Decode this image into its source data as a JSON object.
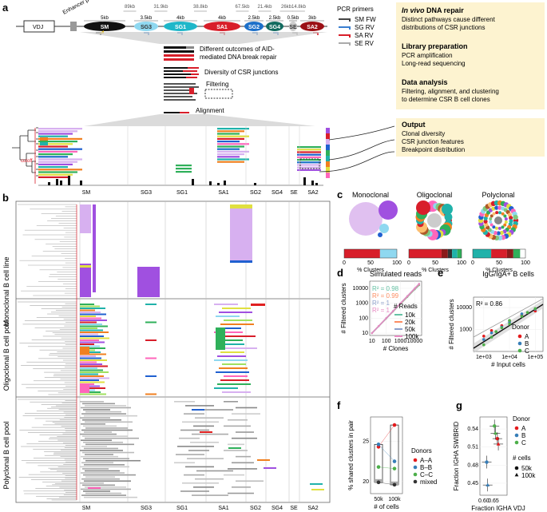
{
  "panel_labels": {
    "a": "a",
    "b": "b",
    "c": "c",
    "d": "d",
    "e": "e",
    "f": "f",
    "g": "g"
  },
  "colors": {
    "SM": "#111111",
    "SG3": "#8fd8f0",
    "SG1": "#1fb7c9",
    "SA1": "#d81e2a",
    "SG2": "#1d70c9",
    "SG4": "#136b5f",
    "SA2": "#9b1016",
    "teal": "#20b2aa",
    "purple": "#a050e0",
    "lavender": "#d7b0f0",
    "orange": "#f08020",
    "green": "#2fb05a",
    "yellow": "#e0e040",
    "red": "#e02020",
    "blue": "#2060d0",
    "pink": "#ff66bb",
    "gray": "#aaaaaa",
    "boxbg": "#fdf3d0",
    "donorA": "#e41a1c",
    "donorB": "#377eb8",
    "donorC": "#4daf4a",
    "mixed": "#333333",
    "reads10k": "#66c2a5",
    "reads20k": "#fc8d62",
    "reads50k": "#8da0cb",
    "reads100k": "#e78ac3"
  },
  "panel_a": {
    "vdj": "VDJ",
    "enhancer": "Enhancer μ",
    "segments": [
      {
        "id": "SM",
        "label": "SM"
      },
      {
        "id": "SG3",
        "label": "SG3"
      },
      {
        "id": "SG1",
        "label": "SG1"
      },
      {
        "id": "SA1",
        "label": "SA1"
      },
      {
        "id": "SG2",
        "label": "SG2"
      },
      {
        "id": "SG4",
        "label": "SG4"
      },
      {
        "id": "SE",
        "label": "SE"
      },
      {
        "id": "SA2",
        "label": "SA2"
      }
    ],
    "segment_lengths": [
      "5kb",
      "3.5kb",
      "4kb",
      "4kb",
      "2.5kb",
      "2.5kb",
      "0.5kb",
      "3kb"
    ],
    "distances": [
      "89kb",
      "31.9kb",
      "38.8kb",
      "67.5kb",
      "21.4kb",
      "26kb",
      "14.8kb"
    ],
    "primer_title": "PCR primers",
    "primers": [
      "SM FW",
      "SG RV",
      "SA RV",
      "SE RV"
    ],
    "primer_colors": [
      "#444444",
      "#3a7fd0",
      "#d81e2a",
      "#aaaaaa"
    ],
    "outcomes": "Different outcomes of AID-mediated DNA break repair",
    "diversity": "Diversity of CSR junctions",
    "filtering": "Filtering",
    "alignment": "Alignment",
    "cutoff": "cutoff",
    "axis_labels": [
      "SM",
      "SG3",
      "SG1",
      "SA1",
      "SG2",
      "SG4",
      "SE",
      "SA2"
    ],
    "info_boxes": [
      {
        "title": "In vivo DNA repair",
        "title_italic": "In vivo",
        "title_rest": " DNA repair",
        "lines": [
          "Distinct pathways cause different",
          "distributions of CSR junctions"
        ]
      },
      {
        "title": "Library preparation",
        "lines": [
          "PCR amplification",
          "Long-read sequencing"
        ]
      },
      {
        "title": "Data analysis",
        "lines": [
          "Filtering, alignment, and clustering",
          "to determine CSR B cell clones"
        ]
      }
    ],
    "output": {
      "title": "Output",
      "lines": [
        "Clonal diversity",
        "CSR junction features",
        "Breakpoint distribution"
      ]
    }
  },
  "panel_b": {
    "row_labels": [
      "Monoclonal B cell line",
      "Oligoclonal B cell pool",
      "Polyclonal B cell pool"
    ],
    "axis_labels": [
      "SM",
      "SG3",
      "SG1",
      "SA1",
      "SG2",
      "SG4",
      "SE",
      "SA2"
    ]
  },
  "panel_c": {
    "titles": [
      "Monoclonal",
      "Oligoclonal",
      "Polyclonal"
    ],
    "xlabel": "% Clusters",
    "ticks": [
      "0",
      "50",
      "100"
    ]
  },
  "chart_data": [
    {
      "type": "line",
      "panel": "d",
      "title": "Simulated reads",
      "xlabel": "# Clones",
      "ylabel": "# Filtered clusters",
      "x_ticks": [
        "10",
        "100",
        "1000",
        "10000"
      ],
      "y_ticks": [
        "10",
        "100",
        "1000",
        "10000"
      ],
      "xlim": [
        7,
        30000
      ],
      "ylim": [
        7,
        30000
      ],
      "scale": "log-log",
      "legend_title": "# Reads",
      "annotations": [
        "R² = 0.98",
        "R² = 0.99",
        "R² = 1",
        "R² = 1"
      ],
      "series": [
        {
          "name": "10k",
          "color": "#66c2a5",
          "x": [
            10,
            30,
            100,
            300,
            1000,
            3000,
            10000,
            20000
          ],
          "y": [
            10,
            29,
            95,
            280,
            900,
            2600,
            8500,
            16000
          ]
        },
        {
          "name": "20k",
          "color": "#fc8d62",
          "x": [
            10,
            30,
            100,
            300,
            1000,
            3000,
            10000,
            20000
          ],
          "y": [
            10,
            30,
            98,
            290,
            950,
            2800,
            9300,
            18000
          ]
        },
        {
          "name": "50k",
          "color": "#8da0cb",
          "x": [
            10,
            30,
            100,
            300,
            1000,
            3000,
            10000,
            20000
          ],
          "y": [
            10,
            30,
            100,
            300,
            990,
            2950,
            9800,
            19500
          ]
        },
        {
          "name": "100k",
          "color": "#e78ac3",
          "x": [
            10,
            30,
            100,
            300,
            1000,
            3000,
            10000,
            20000
          ],
          "y": [
            10,
            30,
            100,
            300,
            1000,
            3000,
            10000,
            20000
          ]
        }
      ]
    },
    {
      "type": "scatter",
      "panel": "e",
      "title": "IgG/IgA+ B cells",
      "xlabel": "# Input cells",
      "ylabel": "# Filtered clusters",
      "x_ticks": [
        "1e+03",
        "1e+04",
        "1e+05"
      ],
      "y_ticks": [
        "1000",
        "10000"
      ],
      "xlim": [
        400,
        200000
      ],
      "ylim": [
        100,
        30000
      ],
      "scale": "log-log",
      "annotation": "R² = 0.86",
      "legend_title": "Donor",
      "series": [
        {
          "name": "A",
          "color": "#e41a1c",
          "points": [
            [
              1000,
              500
            ],
            [
              2000,
              900
            ],
            [
              5000,
              1500
            ],
            [
              10000,
              2500
            ],
            [
              30000,
              4500
            ],
            [
              100000,
              7000
            ]
          ]
        },
        {
          "name": "B",
          "color": "#377eb8",
          "points": [
            [
              1000,
              350
            ],
            [
              2000,
              700
            ],
            [
              5000,
              1300
            ],
            [
              10000,
              2200
            ],
            [
              30000,
              5200
            ],
            [
              100000,
              8500
            ]
          ]
        },
        {
          "name": "C",
          "color": "#4daf4a",
          "points": [
            [
              1000,
              200
            ],
            [
              2000,
              450
            ],
            [
              3000,
              800
            ],
            [
              5000,
              1200
            ],
            [
              10000,
              1800
            ],
            [
              10000,
              2600
            ],
            [
              30000,
              4000
            ],
            [
              50000,
              6000
            ],
            [
              100000,
              9000
            ]
          ]
        }
      ]
    },
    {
      "type": "bar",
      "panel": "f",
      "xlabel": "# of cells",
      "ylabel": "% shared clusters in pair",
      "categories": [
        "50k",
        "100k"
      ],
      "legend_title": "Donors",
      "series": [
        {
          "name": "A–A",
          "color": "#e41a1c",
          "values": [
            24.3,
            27.0
          ]
        },
        {
          "name": "B–B",
          "color": "#377eb8",
          "values": [
            24.6,
            22.5
          ]
        },
        {
          "name": "C–C",
          "color": "#4daf4a",
          "values": [
            21.8,
            21.6
          ]
        },
        {
          "name": "mixed",
          "color": "#333333",
          "values": [
            19.9,
            19.6
          ]
        }
      ]
    },
    {
      "type": "scatter",
      "panel": "g",
      "xlabel": "Fraction IGHA VDJ",
      "ylabel": "Fraction IGHA SWIBRID",
      "x_ticks": [
        "0.60",
        "0.65"
      ],
      "y_ticks": [
        "0.45",
        "0.48",
        "0.51",
        "0.54"
      ],
      "xlim": [
        0.58,
        0.72
      ],
      "ylim": [
        0.43,
        0.56
      ],
      "legend_title": "Donor",
      "shape_legend_title": "# cells",
      "shape_legend": [
        "50k",
        "100k"
      ],
      "series": [
        {
          "name": "A",
          "color": "#e41a1c",
          "points": [
            [
              0.67,
              0.524
            ],
            [
              0.675,
              0.515
            ]
          ]
        },
        {
          "name": "B",
          "color": "#377eb8",
          "points": [
            [
              0.615,
              0.485
            ],
            [
              0.62,
              0.447
            ]
          ]
        },
        {
          "name": "C",
          "color": "#4daf4a",
          "points": [
            [
              0.655,
              0.545
            ],
            [
              0.66,
              0.533
            ]
          ]
        }
      ]
    }
  ]
}
